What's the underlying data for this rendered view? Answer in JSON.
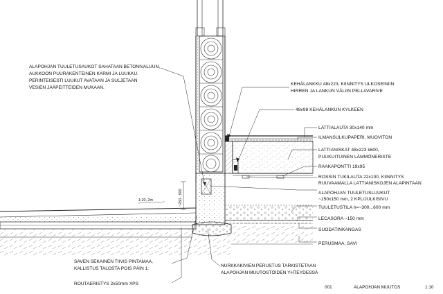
{
  "notes": {
    "vent_opening": [
      "ALAPOHJAN TUULETUSAUKOT SAHATAAN BETONIVALUUN,",
      "AUKKOON PUURAKENTEINEN KARMI JA LUUKKU.",
      "PERINTEISESTI LUUKUT AVATAAN JA SULJETAAN",
      "VESIEN JÄÄPEITTEIDEN MUKAAN."
    ],
    "soil_slope": [
      "SAVEN SEKAINEN TIIVIS PINTAMAA,",
      "KALLISTUS TALOSTA POIS PÄIN 1:"
    ],
    "frost_insulation": "ROUTAERISTYS 2x50mm XPS",
    "foundation_check": [
      "NURKKAKIVIEN PERUSTUS TARKISTETAAN",
      "ALAPOHJAN MUUTOSTÖIDEN YHTEYDESSÄ"
    ]
  },
  "labels": {
    "edge_joist": [
      "KEHÄLANKKU 48x223, KIINNITYS ULKOSEINIIN",
      "HIRREN JA LANKUN VÄLIIN PELLAVARIVE"
    ],
    "edge_side": "48x98 KEHÄLANKUN KYLKEEN",
    "floor_board": "LATTIALAUTA 30x140 mm",
    "air_paper": "ILMANSULKUPAPERI, MUOVITON",
    "floor_joists": [
      "LATTIANISKAT 48x223 k600,",
      "PUUKUITUINEN LÄMMÖNERISTE"
    ],
    "raw_board": "RAAKAPONTTI 19x95",
    "grid_support": [
      "ROSSIN TUKILAUTA 22x100, KIINNITYS",
      "RUUVAAMALLA LATTIANISKOJEN ALAPINTAAN"
    ],
    "vent_hatches": [
      "ALAPOHJAN TUULETUSLUUKUT",
      "~150x150 mm, 2 KPL/JULKISIVU"
    ],
    "crawl_space": "TUULETUSTILA h=~300...600 mm",
    "leca": "LECASORA ~150 mm",
    "filter_fabric": "SUODATINKANGAS",
    "subsoil": "PERUSMAA, SAVI"
  },
  "dims": {
    "slope": "1:20, 2m",
    "height": "~250...500"
  },
  "titleblock": {
    "number": "001",
    "title": "ALAPOHJAN MUUTOS",
    "scale": "1:10"
  }
}
